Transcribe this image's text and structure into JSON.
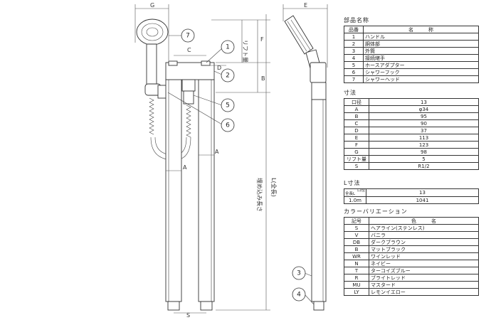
{
  "parts_table": {
    "title": "部品名称",
    "headers": [
      "品番",
      "名　　　称"
    ],
    "rows": [
      [
        "1",
        "ハンドル"
      ],
      [
        "2",
        "胴体部"
      ],
      [
        "3",
        "外筒"
      ],
      [
        "4",
        "接続継手"
      ],
      [
        "5",
        "ホースアダプター"
      ],
      [
        "6",
        "シャワーフック"
      ],
      [
        "7",
        "シャワーヘッド"
      ]
    ]
  },
  "dims_table": {
    "title": "寸法",
    "rows": [
      [
        "口径",
        "13"
      ],
      [
        "A",
        "φ34"
      ],
      [
        "B",
        "95"
      ],
      [
        "C",
        "90"
      ],
      [
        "D",
        "37"
      ],
      [
        "E",
        "113"
      ],
      [
        "F",
        "123"
      ],
      [
        "G",
        "98"
      ],
      [
        "リフト量",
        "5"
      ],
      [
        "S",
        "R1/2"
      ]
    ]
  },
  "l_table": {
    "title": "L寸法",
    "corner_top": "口径",
    "corner_bottom": "全長L",
    "header_value": "13",
    "row": [
      "1.0m",
      "1041"
    ]
  },
  "color_table": {
    "title": "カラーバリエーション",
    "headers": [
      "記号",
      "色　　　名"
    ],
    "rows": [
      [
        "S",
        "ヘアライン(ステンレス)"
      ],
      [
        "V",
        "バニラ"
      ],
      [
        "DB",
        "ダークブラウン"
      ],
      [
        "B",
        "マットブラック"
      ],
      [
        "WR",
        "ワインレッド"
      ],
      [
        "N",
        "ネイビー"
      ],
      [
        "T",
        "ターコイズブルー"
      ],
      [
        "R",
        "ブライトレッド"
      ],
      [
        "MU",
        "マスタード"
      ],
      [
        "LY",
        "レモンイエロー"
      ]
    ]
  },
  "drawing_labels": {
    "g": "G",
    "c": "C",
    "e": "E",
    "f": "F",
    "b": "B",
    "a": "A",
    "d": "D",
    "s": "S",
    "lift": "リフト量",
    "insert_depth": "埋め込み長さ",
    "l_total": "L(全長)"
  },
  "bubbles": [
    "1",
    "2",
    "3",
    "4",
    "5",
    "6",
    "7"
  ]
}
